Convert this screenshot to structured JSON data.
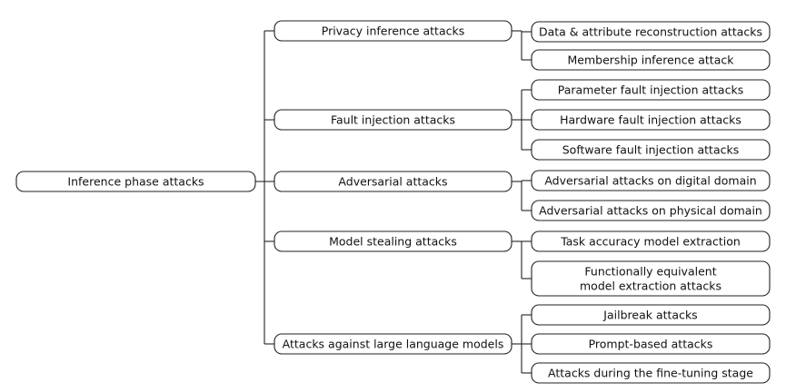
{
  "diagram": {
    "root": "Inference phase attacks",
    "categories": [
      {
        "label": "Privacy inference attacks",
        "children": [
          "Data & attribute reconstruction attacks",
          "Membership inference attack"
        ]
      },
      {
        "label": "Fault injection attacks",
        "children": [
          "Parameter fault injection attacks",
          "Hardware fault injection attacks",
          "Software fault injection attacks"
        ]
      },
      {
        "label": "Adversarial attacks",
        "children": [
          "Adversarial attacks on digital domain",
          "Adversarial attacks on physical domain"
        ]
      },
      {
        "label": "Model stealing attacks",
        "children": [
          "Task accuracy model extraction",
          "Functionally equivalent\nmodel extraction attacks"
        ]
      },
      {
        "label": "Attacks against large language models",
        "children": [
          "Jailbreak attacks",
          "Prompt-based attacks",
          "Attacks during the fine-tuning stage"
        ]
      }
    ]
  }
}
